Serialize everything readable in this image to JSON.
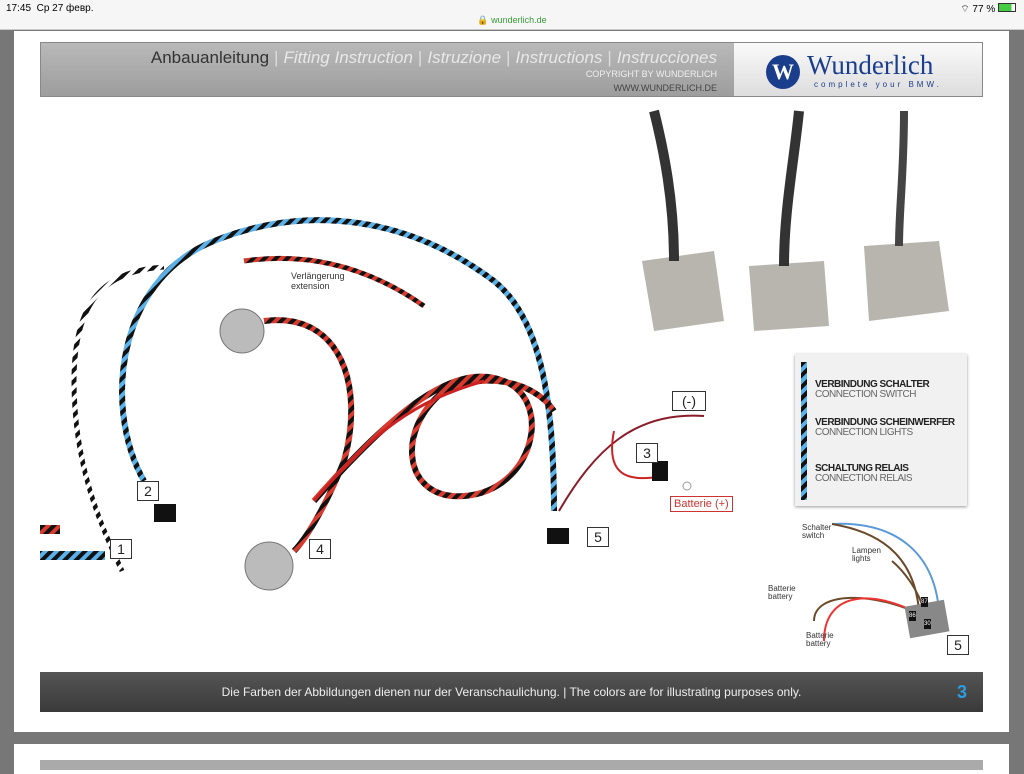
{
  "status_bar": {
    "time": "17:45",
    "date": "Ср 27 февр.",
    "url": "wunderlich.de",
    "battery": "77 %"
  },
  "header": {
    "languages": [
      "Anbauanleitung",
      "Fitting Instruction",
      "Istruzione",
      "Instructions",
      "Instrucciones"
    ],
    "copyright": "COPYRIGHT BY WUNDERLICH",
    "website": "WWW.WUNDERLICH.DE",
    "logo": {
      "name": "Wunderlich",
      "tagline": "complete your BMW.",
      "emblem": "W"
    }
  },
  "diagram": {
    "extension_label": [
      "Verlängerung",
      "extension"
    ],
    "minus_label": "(-)",
    "battery_plus_label": "Batterie (+)",
    "numbers": [
      "1",
      "2",
      "3",
      "4",
      "5"
    ]
  },
  "legend": [
    {
      "de": "VERBINDUNG SCHALTER",
      "en": "CONNECTION SWITCH"
    },
    {
      "de": "VERBINDUNG SCHEINWERFER",
      "en": "CONNECTION LIGHTS"
    },
    {
      "de": "SCHALTUNG RELAIS",
      "en": "CONNECTION RELAIS"
    }
  ],
  "relay_diagram": {
    "switch": [
      "Schalter",
      "switch"
    ],
    "lights": [
      "Lampen",
      "lights"
    ],
    "battery_minus": [
      "Batterie",
      "battery"
    ],
    "battery_plus": [
      "Batterie",
      "battery"
    ],
    "pins": [
      "87",
      "86",
      "30"
    ],
    "number": "5"
  },
  "footer": {
    "text": "Die Farben der Abbildungen dienen nur der Veranschaulichung.  | The colors are for illustrating purposes only.",
    "page": "3"
  },
  "colors": {
    "switch_wire": "#5ab0e8",
    "light_wire": "#d83a2e",
    "brand": "#1b3e8c",
    "page_number": "#2a9ee0"
  }
}
